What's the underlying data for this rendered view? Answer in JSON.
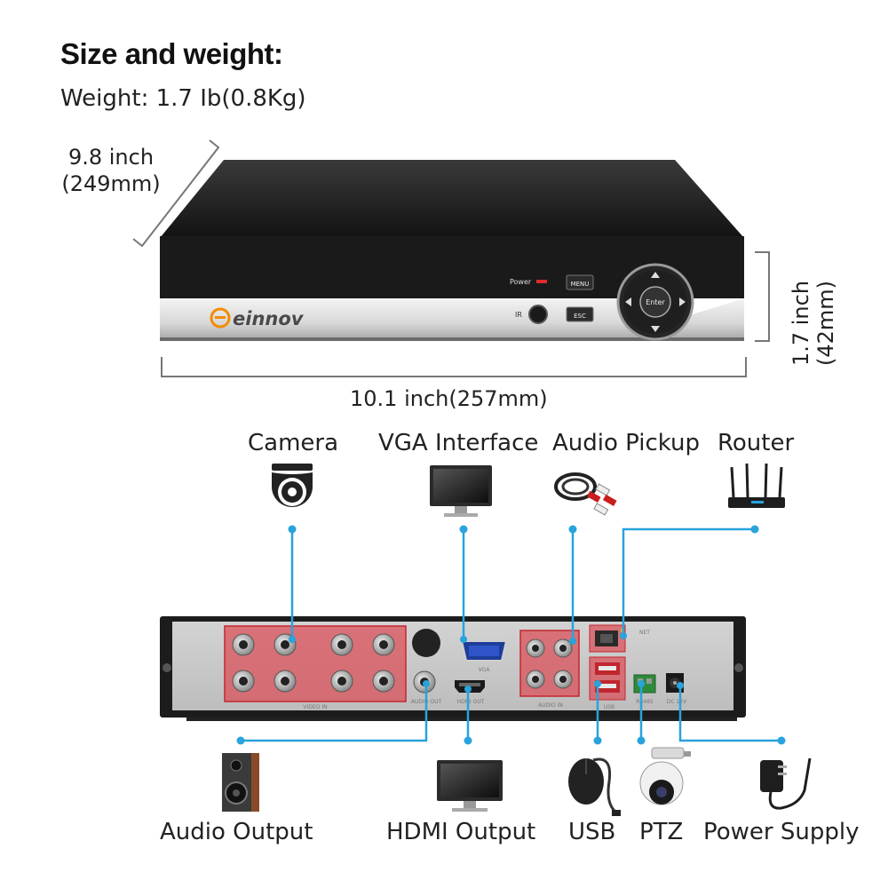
{
  "header": {
    "title": "Size and weight:",
    "weight": "Weight: 1.7 Ib(0.8Kg)"
  },
  "dimensions": {
    "depth_line1": "9.8 inch",
    "depth_line2": "(249mm)",
    "width": "10.1 inch(257mm)",
    "height_line1": "1.7 inch",
    "height_line2": "(42mm)"
  },
  "device_front": {
    "brand": "einnov",
    "power_label": "Power",
    "menu_label": "MENU",
    "esc_label": "ESC",
    "enter_label": "Enter",
    "ir_label": "IR"
  },
  "rear_panel_labels": {
    "video_in": "VIDEO IN",
    "vga": "VGA",
    "hdmi_out": "HDMI OUT",
    "audio_out": "AUDIO OUT",
    "audio_in": "AUDIO IN",
    "usb": "USB",
    "net": "NET",
    "rs485": "RS485",
    "dc12v": "DC 12V"
  },
  "connections_top": {
    "camera": "Camera",
    "vga": "VGA Interface",
    "audio_pickup": "Audio Pickup",
    "router": "Router"
  },
  "connections_bottom": {
    "audio_output": "Audio Output",
    "hdmi_output": "HDMI Output",
    "usb": "USB",
    "ptz": "PTZ",
    "power_supply": "Power Supply"
  },
  "colors": {
    "accent": "#29a3dc",
    "highlight": "#d9515a",
    "device_dark": "#1c1c1c",
    "panel_silver": "#c9c9c9"
  }
}
